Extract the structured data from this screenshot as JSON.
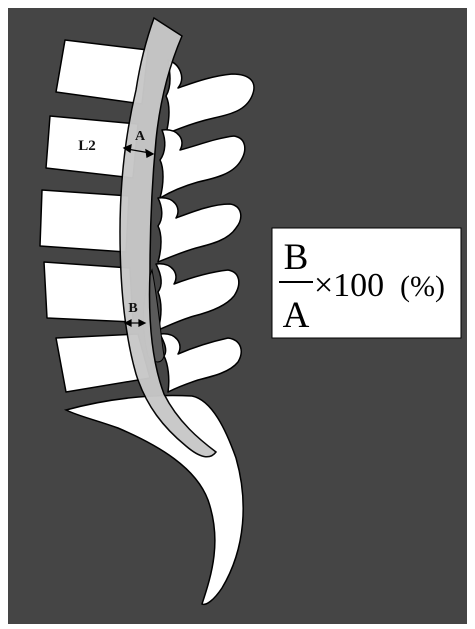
{
  "diagram": {
    "vertebra_label": "L2",
    "measure_a_label": "A",
    "measure_b_label": "B",
    "formula": {
      "numerator": "B",
      "denominator": "A",
      "multiplier": "×100",
      "unit": "(%)"
    }
  },
  "colors": {
    "background": "#454545",
    "bone": "#ffffff",
    "outline": "#000000",
    "dural_sac": "#c8c8c8",
    "ligament": "#5a5a5a",
    "formula_box": "#ffffff"
  }
}
